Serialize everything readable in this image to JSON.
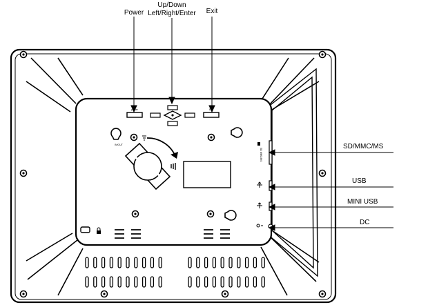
{
  "callouts": {
    "power": "Power",
    "navigation_line1": "Up/Down",
    "navigation_line2": "Left/Right/Enter",
    "exit": "Exit",
    "sd_mmc_ms": "SD/MMC/MS",
    "usb": "USB",
    "mini_usb": "MINI USB",
    "dc": "DC"
  },
  "device_markings": {
    "power_button": "power",
    "exit_button": "Exit",
    "mount_label": "IN/OUT",
    "sd_slot": "SD MMC/MS"
  },
  "colors": {
    "line": "#000000",
    "background": "#ffffff"
  }
}
